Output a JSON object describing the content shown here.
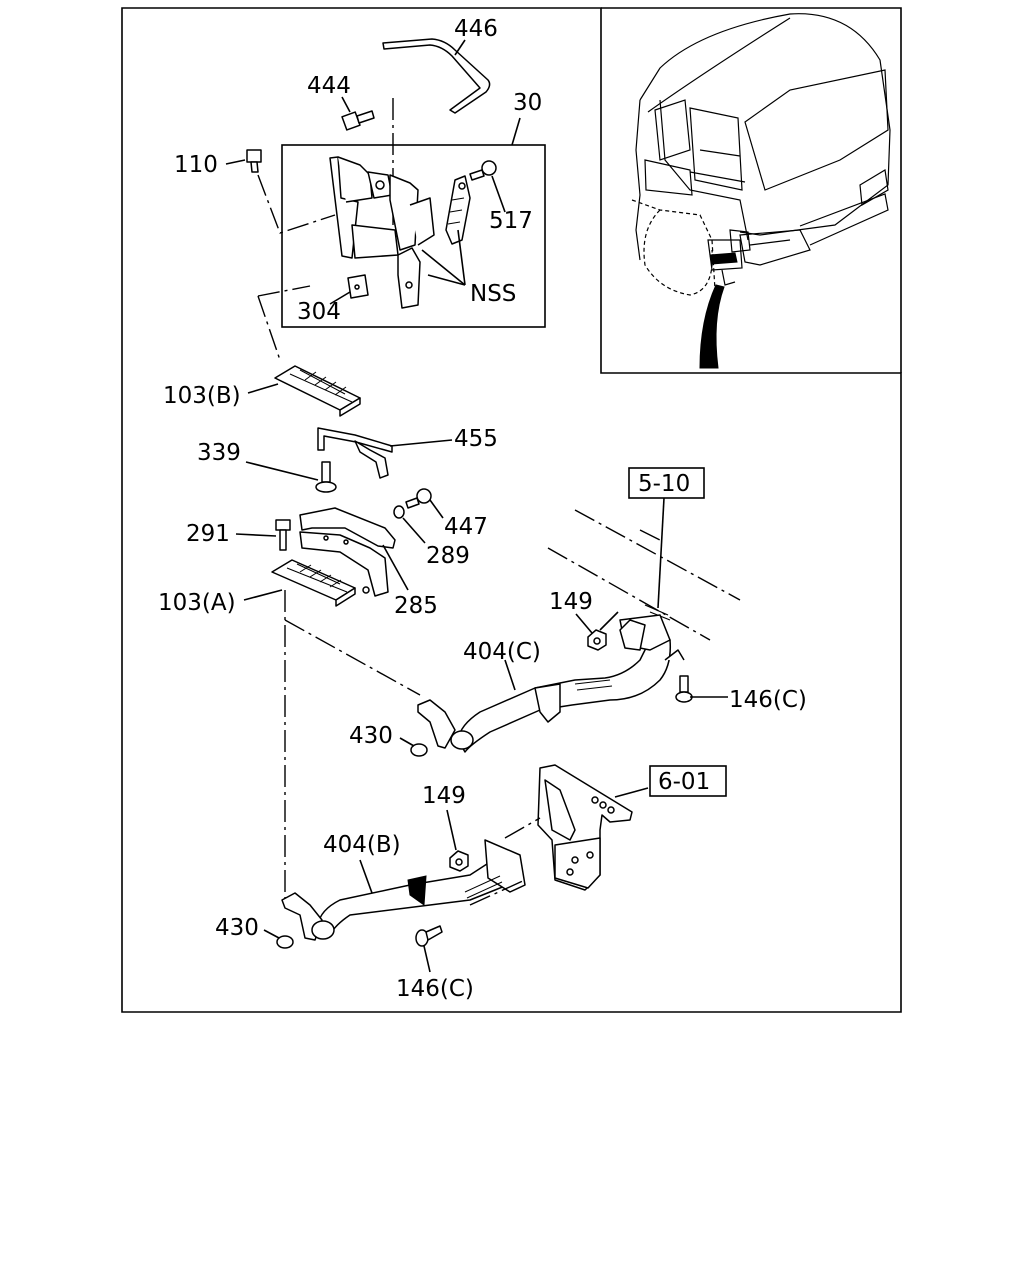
{
  "callouts": {
    "c446": "446",
    "c444": "444",
    "c30": "30",
    "c110": "110",
    "c517": "517",
    "cNSS": "NSS",
    "c304": "304",
    "c103b": "103(B)",
    "c455": "455",
    "c339": "339",
    "c447": "447",
    "c289": "289",
    "c291": "291",
    "c285": "285",
    "c103a": "103(A)",
    "c149a": "149",
    "c404c": "404(C)",
    "c146c_a": "146(C)",
    "c430a": "430",
    "c149b": "149",
    "c404b": "404(B)",
    "c430b": "430",
    "c146c_b": "146(C)"
  },
  "refs": {
    "r510": "5-10",
    "r601": "6-01"
  }
}
